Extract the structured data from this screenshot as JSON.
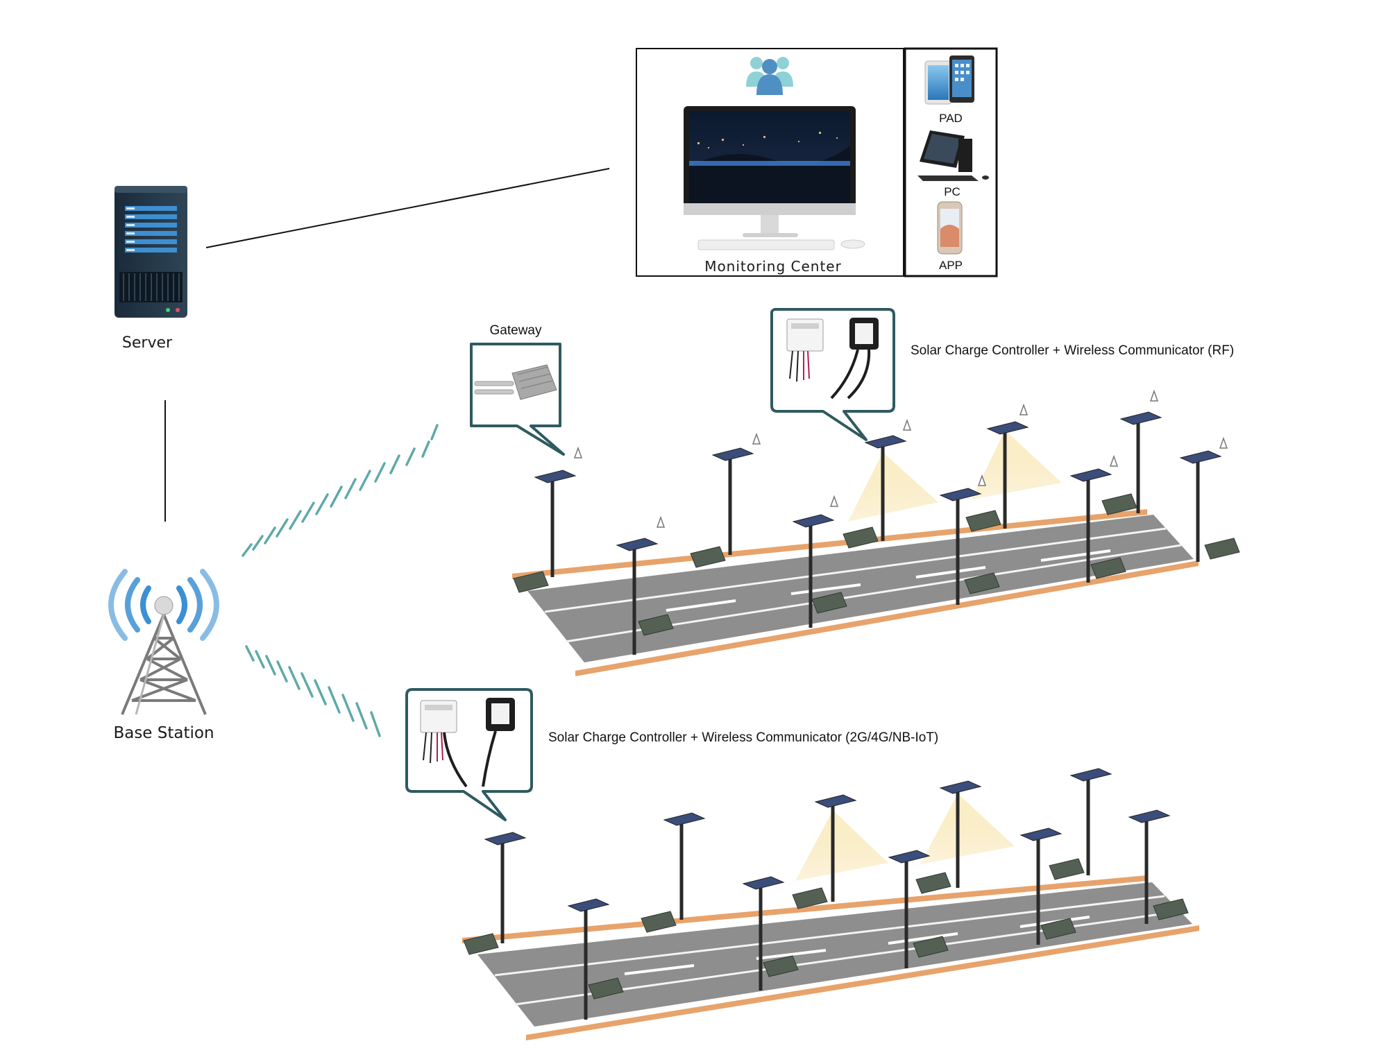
{
  "labels": {
    "monitoring_center": "Monitoring Center",
    "pad": "PAD",
    "pc": "PC",
    "app": "APP",
    "server": "Server",
    "gateway": "Gateway",
    "base_station": "Base Station",
    "rf_controller": "Solar Charge Controller + Wireless Communicator (RF)",
    "cellular_controller": "Solar Charge Controller + Wireless Communicator (2G/4G/NB-IoT)"
  },
  "colors": {
    "callout_border": "#2f5a60",
    "signal_wave": "#5fa9a9",
    "antenna_blue": "#3b8fd4",
    "road": "#8e8e8e",
    "road_edge": "#e7a36b",
    "pole": "#2a2a2a",
    "battery": "#556055",
    "lamp_glow": "#f7e3a6"
  }
}
